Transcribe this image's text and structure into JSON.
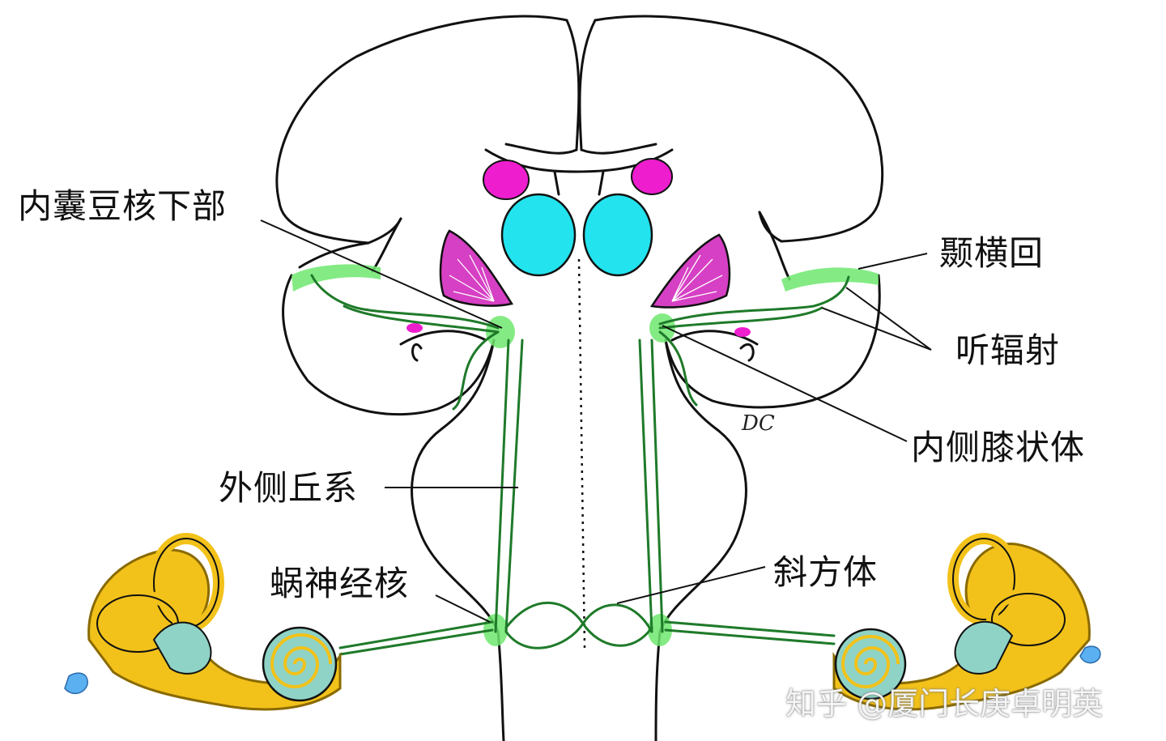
{
  "labels": {
    "internal_capsule_sublenticular": "内囊豆核下部",
    "transverse_temporal_gyrus": "颞横回",
    "acoustic_radiation": "听辐射",
    "medial_geniculate_body": "内侧膝状体",
    "lateral_lemniscus": "外侧丘系",
    "cochlear_nucleus": "蜗神经核",
    "trapezoid_body": "斜方体"
  },
  "signature": "DC",
  "watermark": "知乎 @厦门长庚卓明英",
  "colors": {
    "outline": "#111111",
    "pathway": "#1f7a2a",
    "nucleus_highlight": "#6ee86e",
    "thalamus": "#22e3ee",
    "magenta": "#ee1ecf",
    "cochlea_yellow": "#f2c21a",
    "cochlea_teal": "#8fd3c6"
  }
}
